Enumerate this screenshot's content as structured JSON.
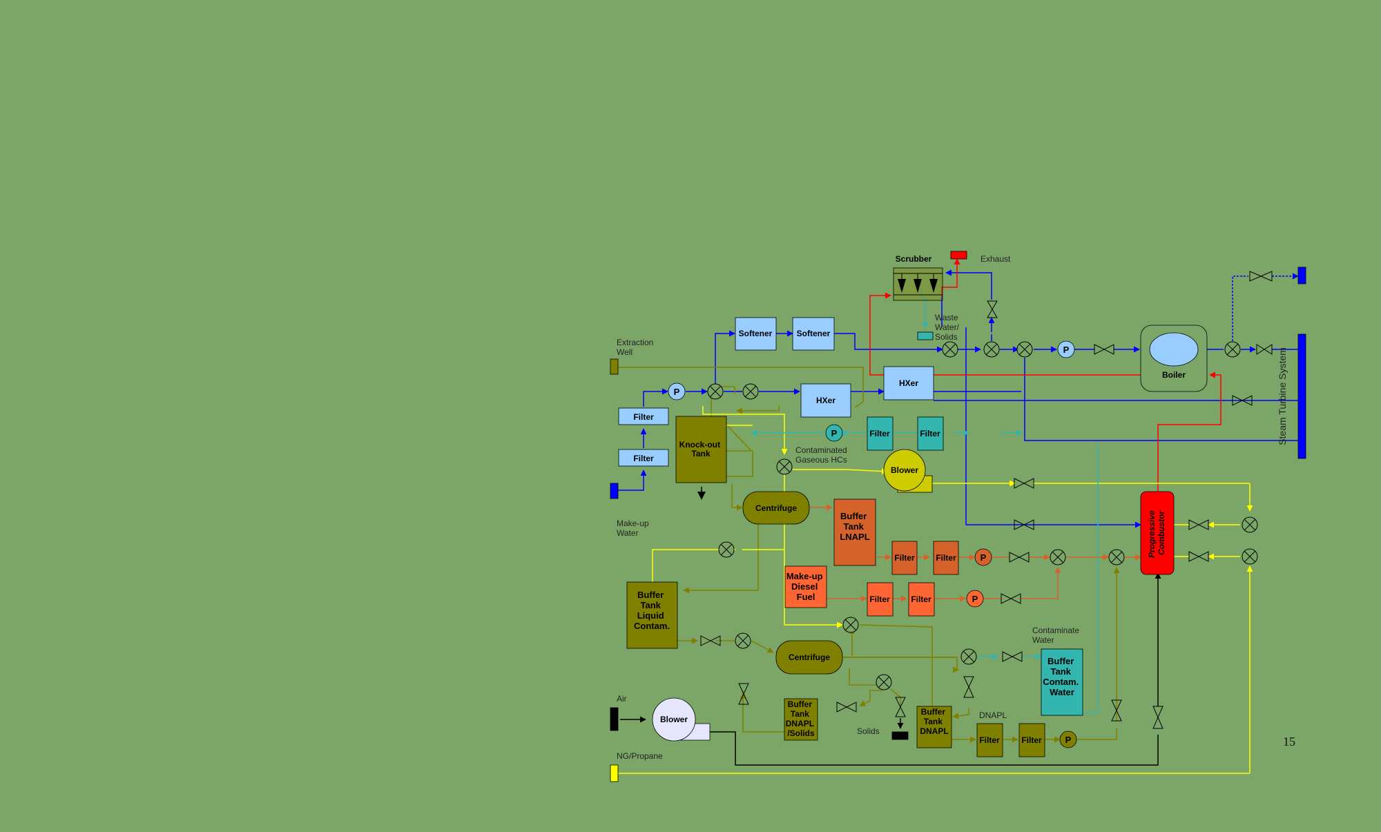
{
  "colors": {
    "background": "#7ba668",
    "water": "#0000ff",
    "light_blue_unit": "#99ccff",
    "olive": "#808000",
    "teal": "#33b5b0",
    "rust": "#d4622a",
    "orange": "#ff6633",
    "red": "#ff0000",
    "yellow": "#ffff00",
    "blower_yellow": "#cccc00"
  },
  "units": {
    "softener_1": "Softener",
    "softener_2": "Softener",
    "scrubber": "Scrubber",
    "hxer_1": "HXer",
    "hxer_2": "HXer",
    "boiler": "Boiler",
    "filter": "Filter",
    "knockout_tank": [
      "Knock-out",
      "Tank"
    ],
    "blower": "Blower",
    "centrifuge": "Centrifuge",
    "buffer_lnapl": [
      "Buffer",
      "Tank",
      "",
      "LNAPL"
    ],
    "makeup_diesel": [
      "Make-up",
      "Diesel",
      "Fuel"
    ],
    "buffer_liquid": [
      "Buffer",
      "Tank",
      "",
      "Liquid",
      "Contam."
    ],
    "buffer_dnapl_solids": [
      "Buffer",
      "Tank",
      "DNAPL",
      "/Solids"
    ],
    "buffer_dnapl": [
      "Buffer",
      "Tank",
      "",
      "DNAPL"
    ],
    "buffer_water": [
      "Buffer",
      "Tank",
      "",
      "Contam.",
      "Water"
    ],
    "combustor": [
      "Progressive",
      "Combustor"
    ],
    "pump": "P"
  },
  "labels": {
    "exhaust": "Exhaust",
    "waste": [
      "Waste",
      "Water/",
      "Solids"
    ],
    "extraction_well": [
      "Extraction",
      "Well"
    ],
    "makeup_water": [
      "Make-up",
      "Water"
    ],
    "contaminated_gas": [
      "Contaminated",
      "Gaseous HCs"
    ],
    "contaminate_water": [
      "Contaminate",
      "Water"
    ],
    "dnapl": "DNAPL",
    "solids": "Solids",
    "air": "Air",
    "ng_propane": "NG/Propane",
    "steam_turbine": "Steam Turbine System"
  },
  "page_number": "15"
}
